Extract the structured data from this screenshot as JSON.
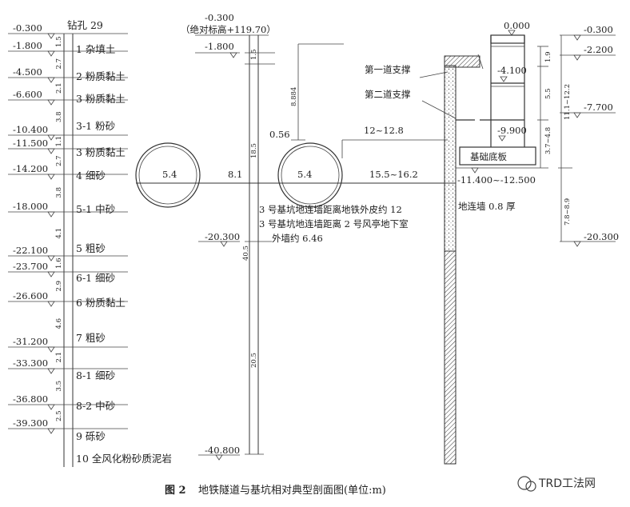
{
  "borehole": {
    "title": "钻孔 29",
    "elevations": [
      "-0.300",
      "-1.800",
      "-4.500",
      "-6.600",
      "-10.400",
      "-11.500",
      "-14.200",
      "-18.000",
      "-22.100",
      "-23.700",
      "-26.600",
      "-31.200",
      "-33.300",
      "-36.800",
      "-39.300"
    ],
    "thicknesses": [
      "1.5",
      "2.7",
      "2.1",
      "3.8",
      "1.1",
      "2.7",
      "3.8",
      "4.1",
      "1.6",
      "2.9",
      "4.6",
      "2.1",
      "3.5",
      "2.5"
    ],
    "layers": [
      "1 杂填土",
      "2 粉质黏土",
      "3 粉质黏土",
      "3-1 粉砂",
      "3 粉质黏土",
      "4 细砂",
      "5-1 中砂",
      "5 粗砂",
      "6-1 细砂",
      "6 粉质黏土",
      "7 粗砂",
      "8-1 细砂",
      "8-2 中砂",
      "9 砾砂",
      "10 全风化粉砂质泥岩"
    ]
  },
  "tunnel": {
    "top_elev": "-0.300",
    "abs_elev": "（绝对标高+119.70）",
    "elev_1": "-1.800",
    "elev_2": "-20.300",
    "elev_3": "-40.800",
    "dims": [
      "1.5",
      "18.5",
      "40.5",
      "20.5"
    ],
    "depth_label": "8.884",
    "gap_label": "0.56",
    "diam_left": "5.4",
    "diam_right": "5.4",
    "spacing": "8.1",
    "dist_top": "12~12.8",
    "dist_axis": "15.5~16.2"
  },
  "pit": {
    "level_0": "0.000",
    "level_1": "-4.100",
    "level_2": "-9.900",
    "level_3": "-11.400~-12.500",
    "strut_1": "第一道支撑",
    "strut_2": "第二道支撑",
    "slab": "基础底板",
    "wall": "地连墙 0.8 厚",
    "dims": [
      "1.9",
      "5.5",
      "3.7~4.8",
      "11.1~12.2",
      "7.8~8.9"
    ]
  },
  "right_elev": [
    "-0.300",
    "-2.200",
    "-7.700",
    "-20.300"
  ],
  "notes": [
    "3 号基坑地连墙距离地铁外皮约 12",
    "3 号基坑地连墙距离 2 号风亭地下室",
    "外墙约 6.46"
  ],
  "caption": {
    "num": "图 2",
    "text": "地铁隧道与基坑相对典型剖面图(单位:m)"
  },
  "watermark": "TRD工法网"
}
